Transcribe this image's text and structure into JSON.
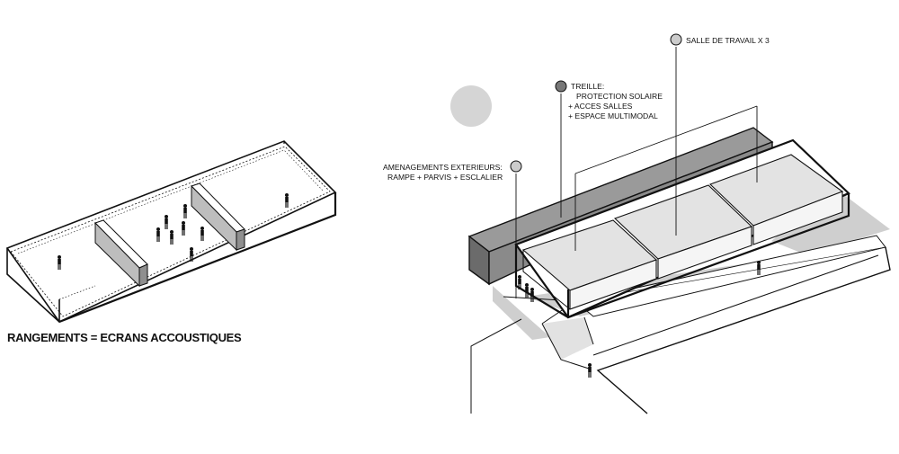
{
  "left_diagram": {
    "caption": "RANGEMENTS = ECRANS ACCOUSTIQUES"
  },
  "right_diagram": {
    "labels": {
      "salle": "SALLE DE TRAVAIL X 3",
      "treille_1": "TREILLE:",
      "treille_2": "PROTECTION SOLAIRE",
      "treille_3": "+  ACCES SALLES",
      "treille_4": "+  ESPACE MULTIMODAL",
      "amenagements_1": "AMENAGEMENTS EXTERIEURS:",
      "amenagements_2": "RAMPE + PARVIS + ESCLALIER"
    },
    "colors": {
      "treille_marker": "#777777",
      "salle_marker": "#cccccc",
      "amenagements_marker": "#cccccc",
      "sun": "#d5d5d5",
      "shadow": "#cfcfcf",
      "roof": "#e3e3e3",
      "dark_volume": "#8a8a8a"
    }
  }
}
